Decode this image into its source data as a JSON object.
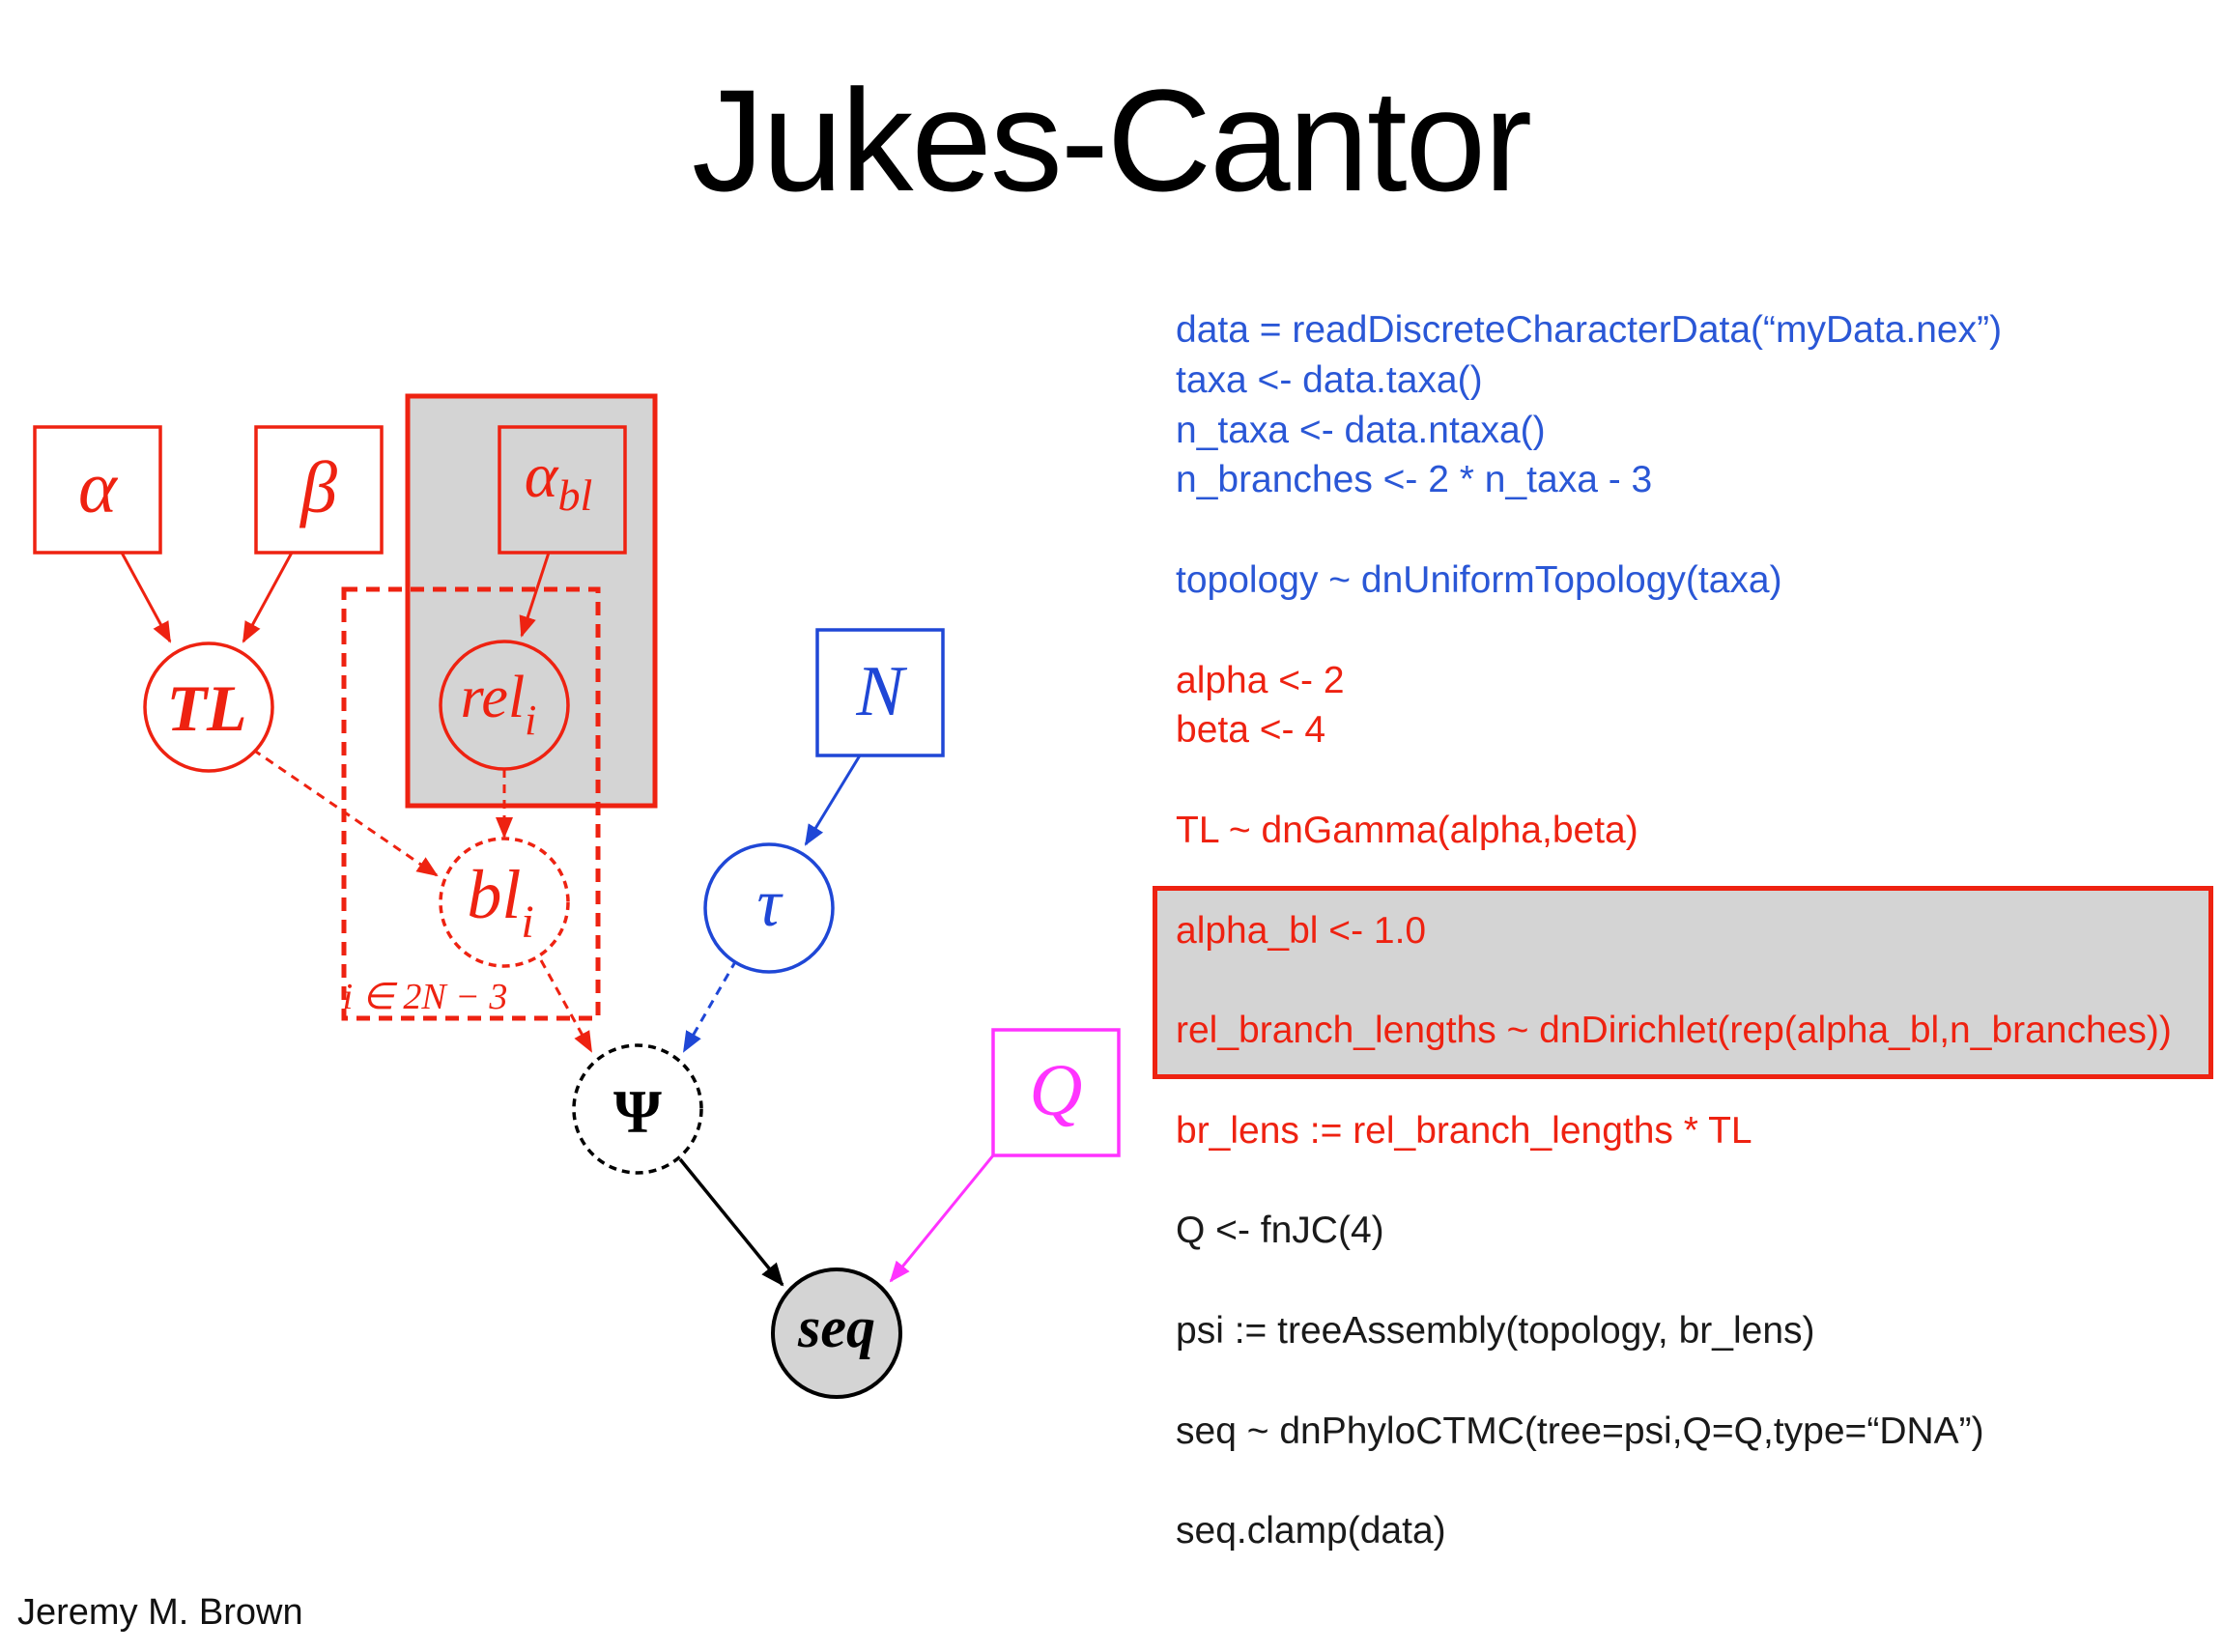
{
  "title": "Jukes-Cantor",
  "author": "Jeremy M. Brown",
  "colors": {
    "red": "#ee2211",
    "blue": "#1f47d6",
    "magenta": "#ff33ff",
    "black": "#000000",
    "gray": "#d4d4d4"
  },
  "nodes": {
    "alpha": "α",
    "beta": "β",
    "alpha_bl": "α",
    "alpha_bl_sub": "bl",
    "TL": "TL",
    "rel": "rel",
    "rel_sub": "i",
    "bl": "bl",
    "bl_sub": "i",
    "N": "N",
    "tau": "τ",
    "psi": "Ψ",
    "Q": "Q",
    "seq": "seq"
  },
  "plate_label": "i ∈ 2N − 3",
  "code_lines": [
    {
      "text": "data = readDiscreteCharacterData(“myData.nex”)",
      "color": "blue"
    },
    {
      "text": "taxa <- data.taxa()",
      "color": "blue"
    },
    {
      "text": "n_taxa <- data.ntaxa()",
      "color": "blue"
    },
    {
      "text": "n_branches <- 2 * n_taxa - 3",
      "color": "blue"
    },
    {
      "text": "",
      "color": "blue"
    },
    {
      "text": "topology ~ dnUniformTopology(taxa)",
      "color": "blue"
    },
    {
      "text": "",
      "color": "blue"
    },
    {
      "text": "alpha <- 2",
      "color": "red"
    },
    {
      "text": "beta <- 4",
      "color": "red"
    },
    {
      "text": "",
      "color": "red"
    },
    {
      "text": "TL ~ dnGamma(alpha,beta)",
      "color": "red"
    },
    {
      "text": "",
      "color": "red"
    },
    {
      "text": "alpha_bl <- 1.0",
      "color": "red"
    },
    {
      "text": "",
      "color": "red"
    },
    {
      "text": "rel_branch_lengths ~ dnDirichlet(rep(alpha_bl,n_branches))",
      "color": "red"
    },
    {
      "text": "",
      "color": "red"
    },
    {
      "text": "br_lens := rel_branch_lengths * TL",
      "color": "red"
    },
    {
      "text": "",
      "color": "black"
    },
    {
      "text": "Q <- fnJC(4)",
      "color": "black"
    },
    {
      "text": "",
      "color": "black"
    },
    {
      "text": "psi := treeAssembly(topology, br_lens)",
      "color": "black"
    },
    {
      "text": "",
      "color": "black"
    },
    {
      "text": "seq ~ dnPhyloCTMC(tree=psi,Q=Q,type=“DNA”)",
      "color": "black"
    },
    {
      "text": "",
      "color": "black"
    },
    {
      "text": "seq.clamp(data)",
      "color": "black"
    }
  ]
}
